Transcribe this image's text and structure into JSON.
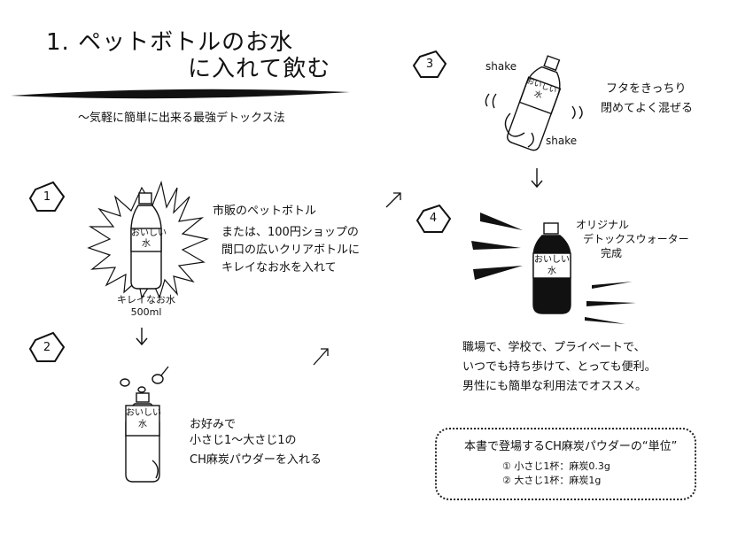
{
  "title": {
    "line1": "1. ペットボトルのお水",
    "line2": "に入れて飲む"
  },
  "subtitle": "～気軽に簡単に出来る最強デトックス法",
  "steps": {
    "s1": {
      "number": "1",
      "heading": "市販のペットボトル",
      "line1": "または、100円ショップの",
      "line2": "間口の広いクリアボトルに",
      "line3": "キレイなお水を入れて",
      "caption1": "キレイなお水",
      "caption2": "500ml"
    },
    "s2": {
      "number": "2",
      "line1": "お好みで",
      "line2": "小さじ1～大さじ1の",
      "line3": "CH麻炭パウダーを入れる"
    },
    "s3": {
      "number": "3",
      "line1": "フタをきっちり",
      "line2": "閉めてよく混ぜる",
      "shake1": "shake",
      "shake2": "shake"
    },
    "s4": {
      "number": "4",
      "line1": "オリジナル",
      "line2": "デトックスウォーター",
      "line3": "完成"
    }
  },
  "bottle_label": {
    "line1": "おいしい",
    "line2": "水"
  },
  "benefits": {
    "line1": "職場で、学校で、プライベートで、",
    "line2": "いつでも持ち歩けて、とっても便利。",
    "line3": "男性にも簡単な利用法でオススメ。"
  },
  "units": {
    "title": "本書で登場するCH麻炭パウダーの“単位”",
    "item1": "① 小さじ1杯：麻炭0.3g",
    "item2": "② 大さじ1杯：麻炭1g"
  }
}
